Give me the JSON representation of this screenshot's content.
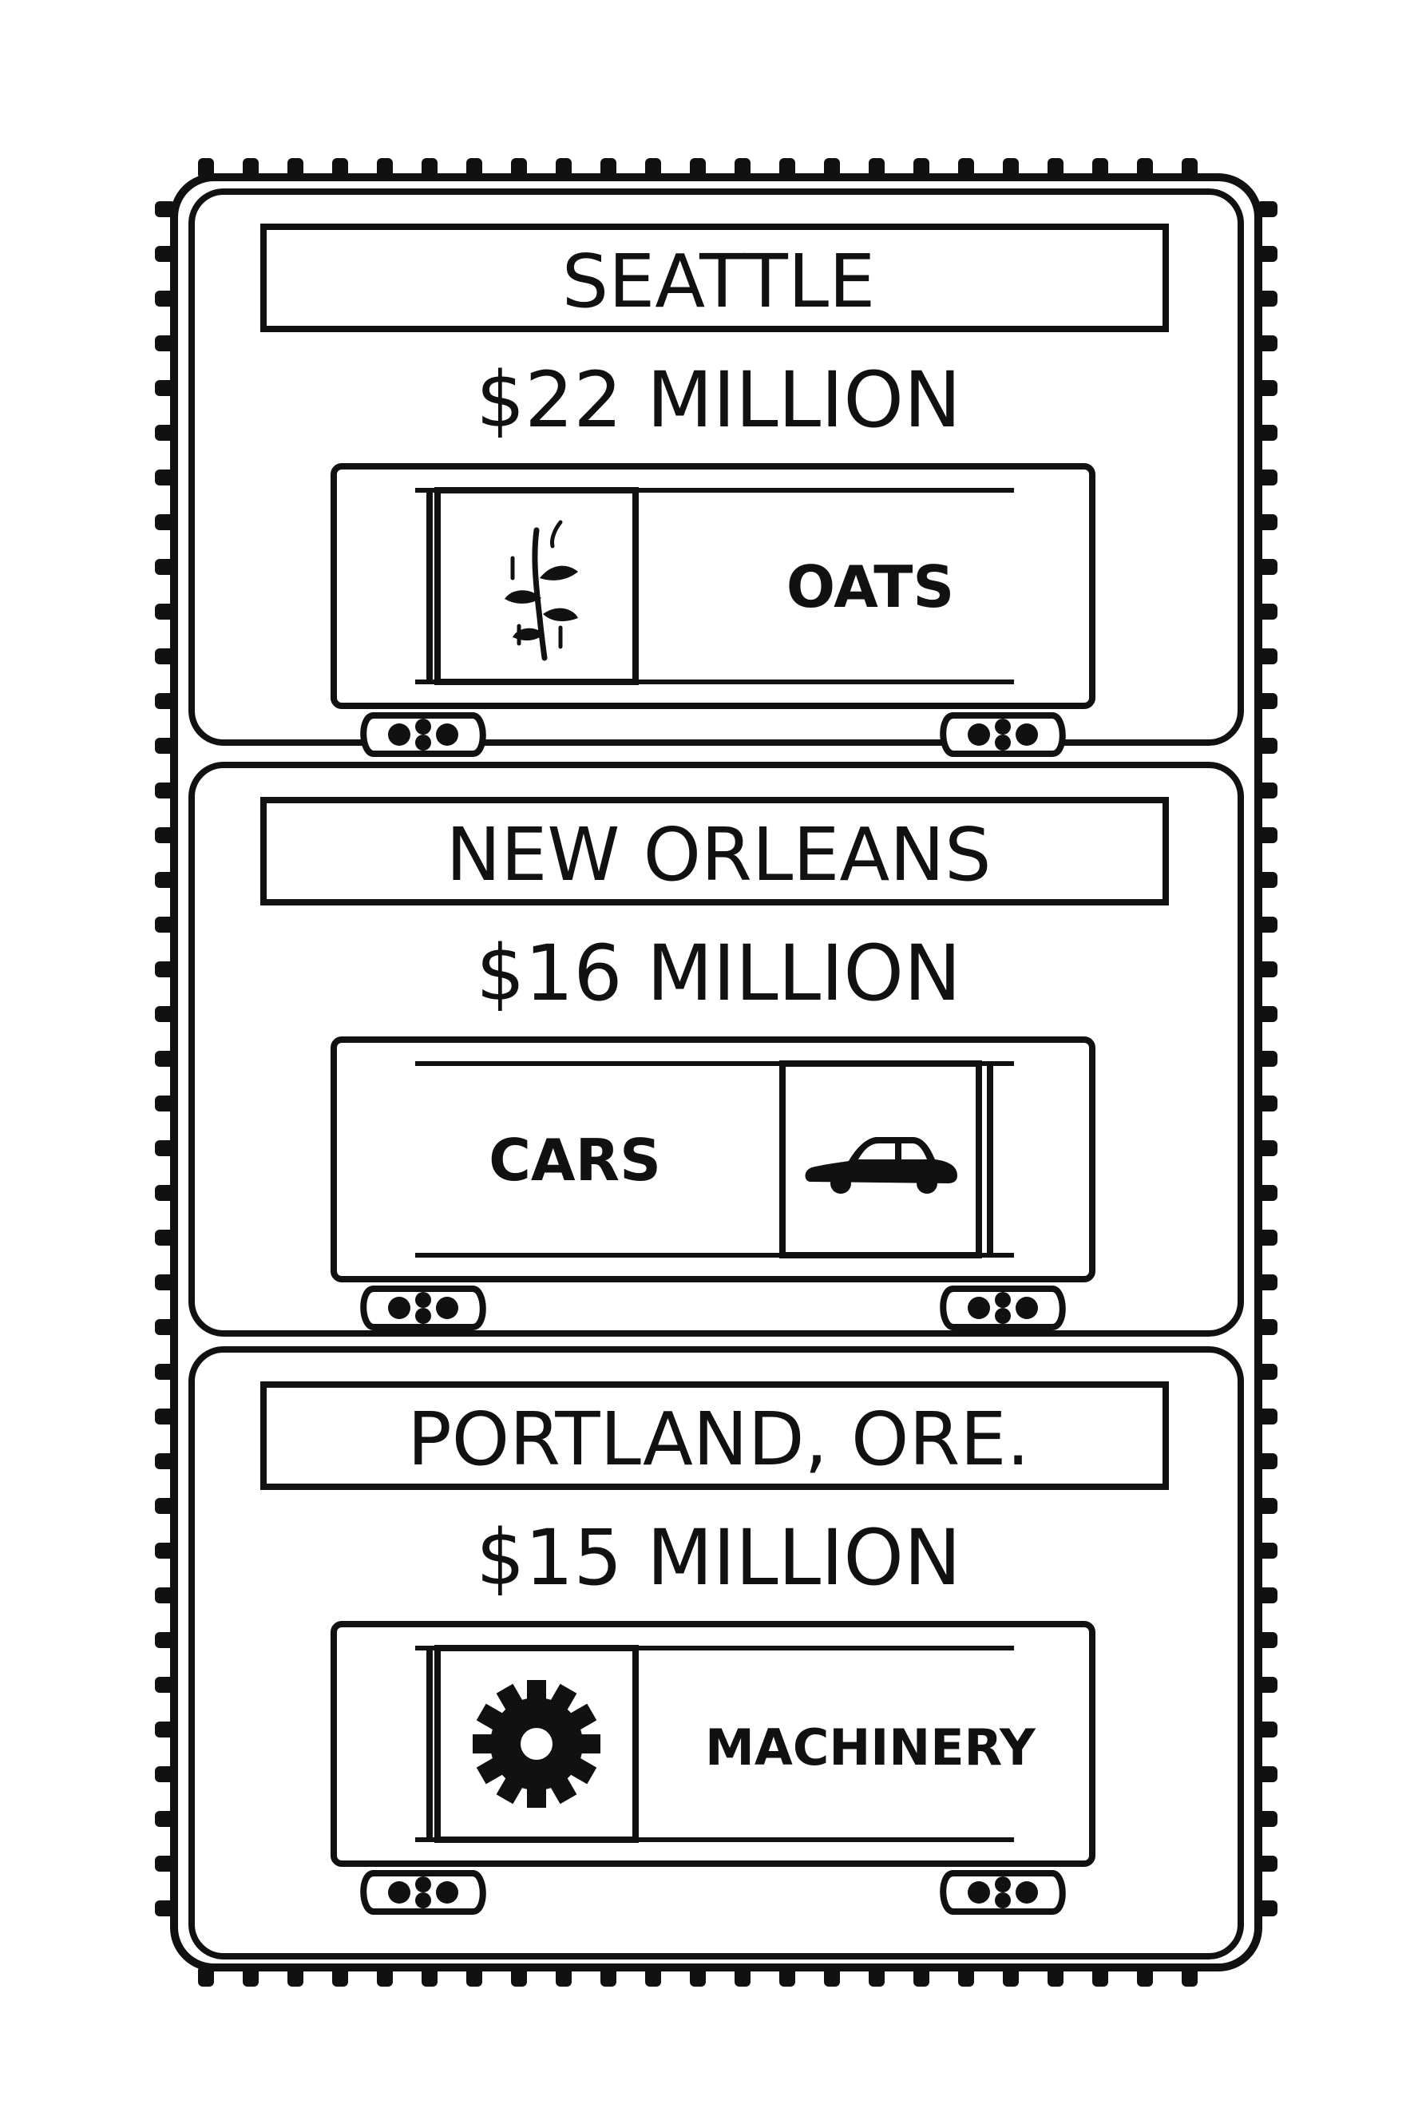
{
  "stamps": [
    {
      "city": "SEATTLE",
      "amount": "$22 MILLION",
      "cargo": "OATS",
      "icon": "oats-sprig-icon",
      "layout": "icon-left"
    },
    {
      "city": "NEW ORLEANS",
      "amount": "$16 MILLION",
      "cargo": "CARS",
      "icon": "car-icon",
      "layout": "icon-right"
    },
    {
      "city": "PORTLAND, ORE.",
      "amount": "$15 MILLION",
      "cargo": "MACHINERY",
      "icon": "gear-icon",
      "layout": "icon-left"
    }
  ],
  "colors": {
    "ink": "#111111",
    "paper": "#ffffff"
  }
}
